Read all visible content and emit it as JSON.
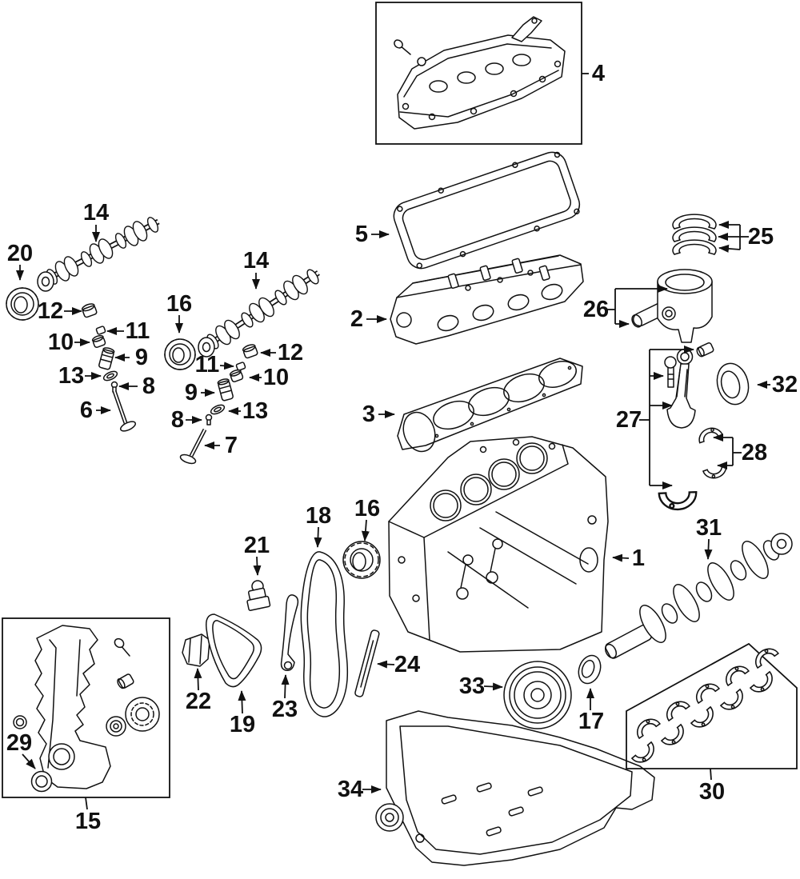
{
  "diagram": {
    "background_color": "#ffffff",
    "line_color": "#111111",
    "callouts": {
      "c1": {
        "label": "1"
      },
      "c2": {
        "label": "2"
      },
      "c3": {
        "label": "3"
      },
      "c4": {
        "label": "4"
      },
      "c5": {
        "label": "5"
      },
      "c6": {
        "label": "6"
      },
      "c7": {
        "label": "7"
      },
      "c8a": {
        "label": "8"
      },
      "c8b": {
        "label": "8"
      },
      "c9a": {
        "label": "9"
      },
      "c9b": {
        "label": "9"
      },
      "c10a": {
        "label": "10"
      },
      "c10b": {
        "label": "10"
      },
      "c11a": {
        "label": "11"
      },
      "c11b": {
        "label": "11"
      },
      "c12a": {
        "label": "12"
      },
      "c12b": {
        "label": "12"
      },
      "c13a": {
        "label": "13"
      },
      "c13b": {
        "label": "13"
      },
      "c14a": {
        "label": "14"
      },
      "c14b": {
        "label": "14"
      },
      "c15": {
        "label": "15"
      },
      "c16a": {
        "label": "16"
      },
      "c16b": {
        "label": "16"
      },
      "c17": {
        "label": "17"
      },
      "c18": {
        "label": "18"
      },
      "c19": {
        "label": "19"
      },
      "c20": {
        "label": "20"
      },
      "c21": {
        "label": "21"
      },
      "c22": {
        "label": "22"
      },
      "c23": {
        "label": "23"
      },
      "c24": {
        "label": "24"
      },
      "c25": {
        "label": "25"
      },
      "c26": {
        "label": "26"
      },
      "c27": {
        "label": "27"
      },
      "c28": {
        "label": "28"
      },
      "c29": {
        "label": "29"
      },
      "c30": {
        "label": "30"
      },
      "c31": {
        "label": "31"
      },
      "c32": {
        "label": "32"
      },
      "c33": {
        "label": "33"
      },
      "c34": {
        "label": "34"
      }
    }
  }
}
